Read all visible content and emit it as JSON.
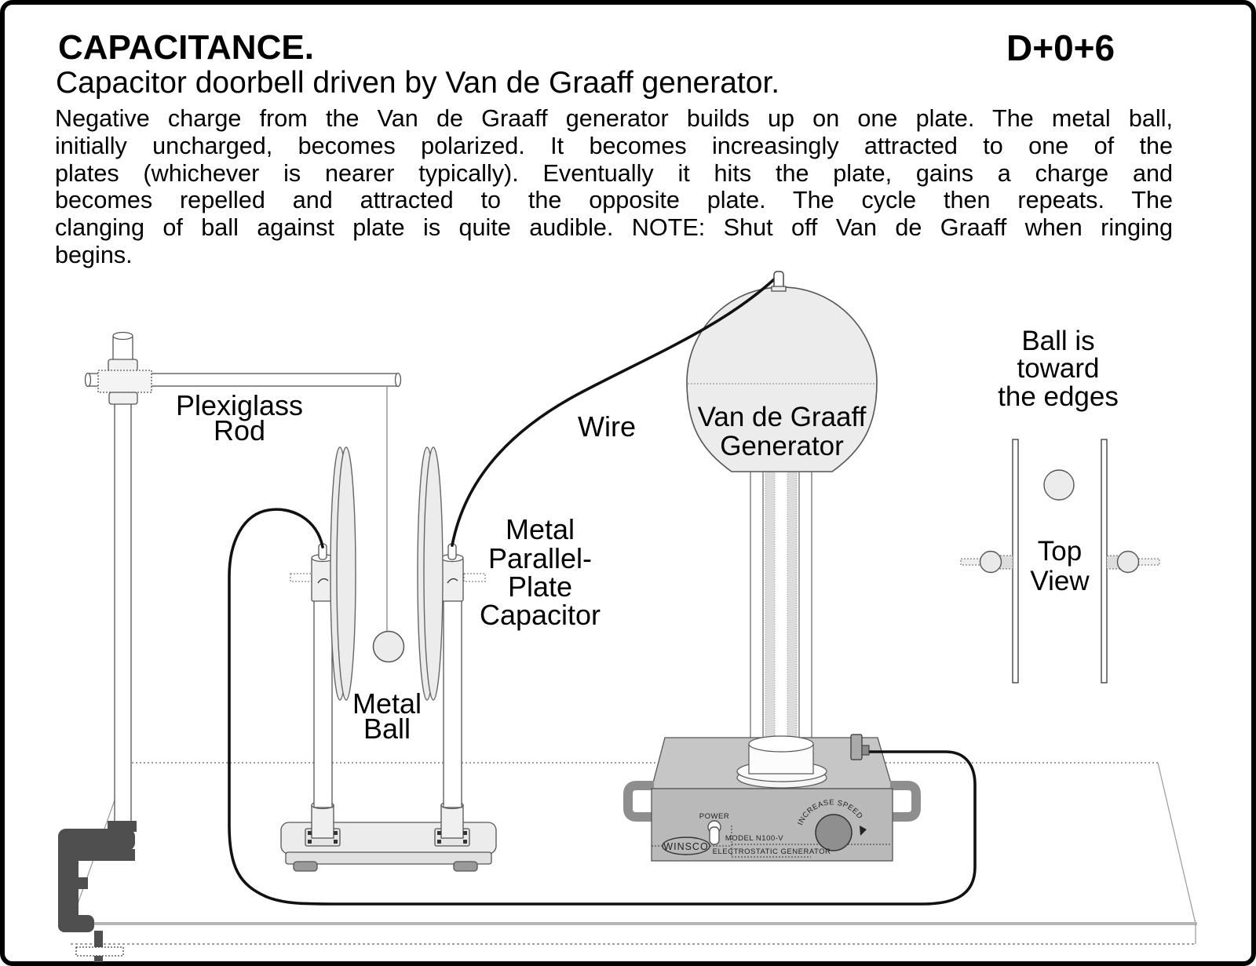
{
  "header": {
    "title": "CAPACITANCE.",
    "code": "D+0+6",
    "subtitle": "Capacitor doorbell driven by Van de Graaff generator."
  },
  "description": {
    "lines": [
      "Negative charge from the Van de Graaff generator builds up on one plate.  The  metal ball,",
      "initially uncharged, becomes polarized. It becomes increasingly attracted to one of the",
      "plates (whichever is nearer typically). Eventually it hits the plate, gains a charge and",
      "becomes repelled and attracted to the opposite plate. The cycle then repeats.   The",
      "clanging of ball against plate is quite audible. NOTE: Shut off Van de Graaff when ringing",
      "begins."
    ]
  },
  "diagram": {
    "stand_label": {
      "line1": "Plexiglass",
      "line2": "Rod"
    },
    "ball_label": {
      "line1": "Metal",
      "line2": "Ball"
    },
    "capacitor_label": {
      "line1": "Metal",
      "line2": "Parallel-",
      "line3": "Plate",
      "line4": "Capacitor"
    },
    "wire_label": "Wire",
    "generator_label": {
      "line1": "Van de Graaff",
      "line2": "Generator"
    },
    "top_view_note": {
      "line1": "Ball is",
      "line2": "toward",
      "line3": "the edges"
    },
    "top_view_label": {
      "line1": "Top",
      "line2": "View"
    },
    "panel": {
      "power": "POWER",
      "brand": "WINSCO",
      "model": "MODEL N100-V",
      "device_type": "ELECTROSTATIC GENERATOR",
      "knob_label": "INCREASE SPEED"
    },
    "colors": {
      "metal_fill": "#ececec",
      "box_fill": "#b9b9b9",
      "box_top_fill": "#c6c6c6",
      "knob_fill": "#8f8f8f",
      "clamp_fill": "#4f4f4f",
      "handle_color": "#8e8e8e"
    }
  }
}
